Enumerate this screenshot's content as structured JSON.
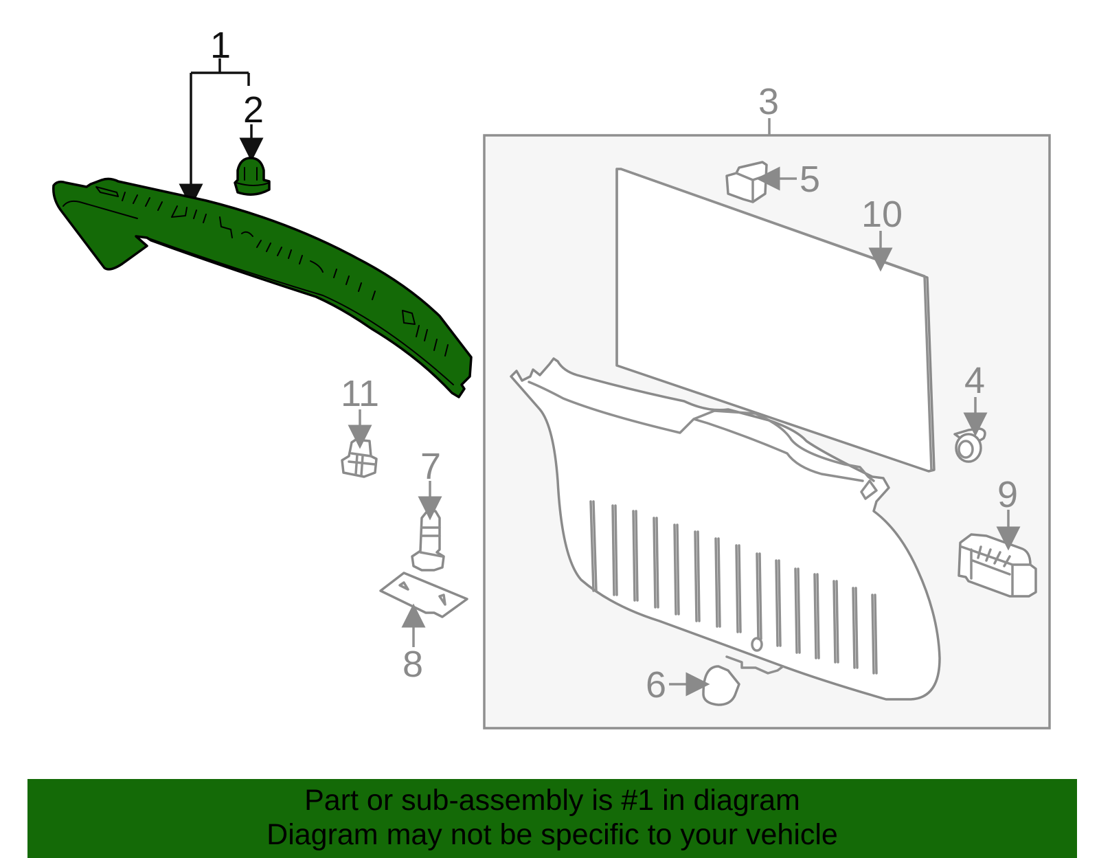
{
  "diagram": {
    "callouts": {
      "c1": "1",
      "c2": "2",
      "c3": "3",
      "c4": "4",
      "c5": "5",
      "c6": "6",
      "c7": "7",
      "c8": "8",
      "c9": "9",
      "c10": "10",
      "c11": "11"
    },
    "colors": {
      "highlight_part": "#146a07",
      "banner_background": "#146a07",
      "other_parts": "#8a8a8a",
      "subassembly_box_fill": "#f6f6f6"
    }
  },
  "banner": {
    "line1": "Part or sub-assembly is #1 in diagram",
    "line2": "Diagram may not be specific to your vehicle"
  }
}
